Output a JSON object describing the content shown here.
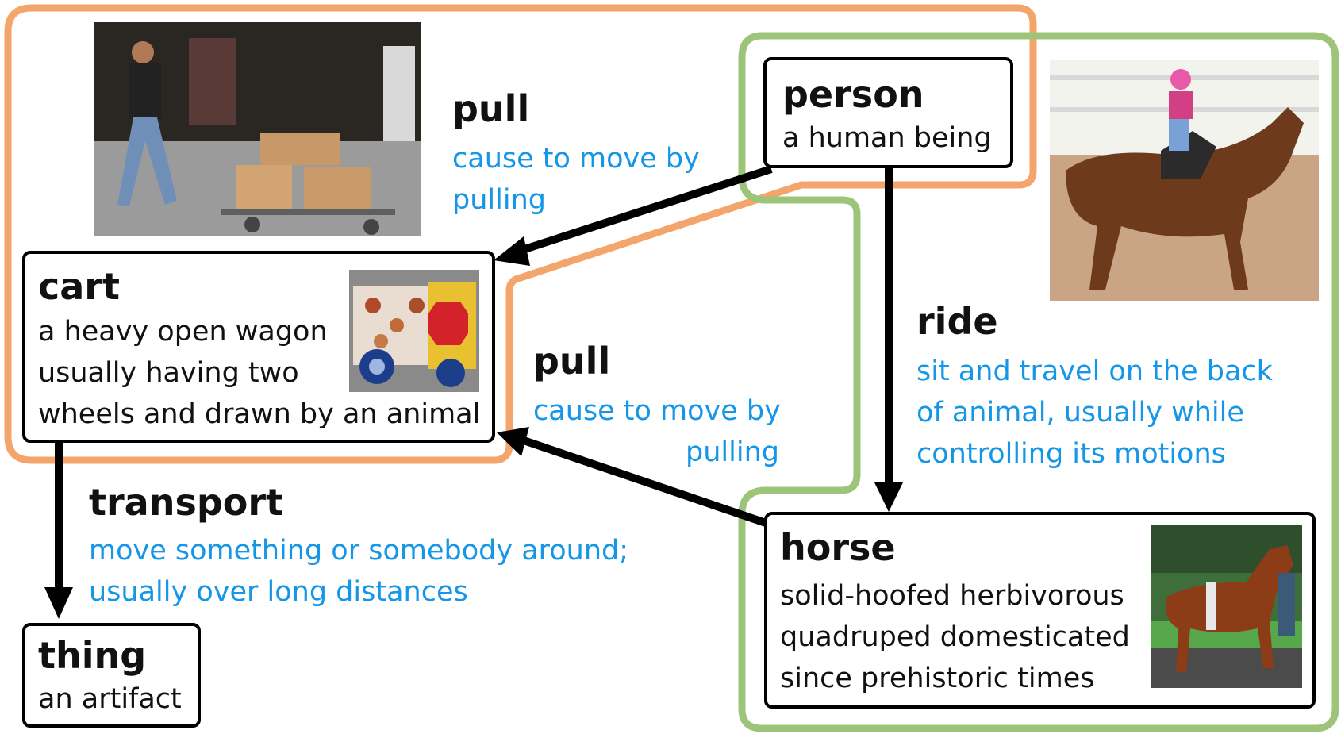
{
  "nodes": {
    "person": {
      "title": "person",
      "gloss": "a human being"
    },
    "cart": {
      "title": "cart",
      "gloss_lines": [
        "a heavy open wagon",
        "usually having two",
        "wheels and drawn by an animal"
      ]
    },
    "horse": {
      "title": "horse",
      "gloss_lines": [
        "solid-hoofed herbivorous",
        "quadruped domesticated",
        "since prehistoric times"
      ]
    },
    "thing": {
      "title": "thing",
      "gloss": "an artifact"
    }
  },
  "relations": {
    "person_pull_cart": {
      "verb": "pull",
      "gloss_lines": [
        "cause to move by",
        "pulling"
      ]
    },
    "horse_pull_cart": {
      "verb": "pull",
      "gloss_lines": [
        "cause to move by",
        "pulling"
      ]
    },
    "person_ride_horse": {
      "verb": "ride",
      "gloss_lines": [
        "sit and travel on the back",
        "of animal, usually while",
        "controlling its motions"
      ]
    },
    "cart_transport_thing": {
      "verb": "transport",
      "gloss_lines": [
        "move something or somebody around;",
        "usually over long distances"
      ]
    }
  },
  "colors": {
    "group_person_cart": "#f4a56b",
    "group_person_horse": "#9ec47a",
    "relation_gloss": "#1596e6",
    "arrow": "#000000"
  },
  "photos": [
    "man-pulling-cart-photo",
    "girl-riding-horse-photo",
    "ice-cream-cart-photo",
    "horse-with-handler-photo"
  ]
}
